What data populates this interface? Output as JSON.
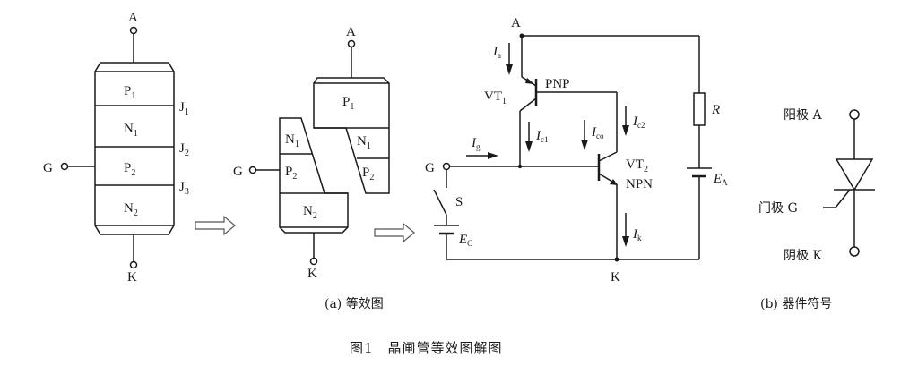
{
  "figure": {
    "title": "图1　晶闸管等效图解图",
    "caption_a": "(a) 等效图",
    "caption_b": "(b) 器件符号"
  },
  "structure": {
    "anode": "A",
    "cathode": "K",
    "gate": "G",
    "layers": [
      {
        "main": "P",
        "sub": "1"
      },
      {
        "main": "N",
        "sub": "1"
      },
      {
        "main": "P",
        "sub": "2"
      },
      {
        "main": "N",
        "sub": "2"
      }
    ],
    "junctions": [
      {
        "main": "J",
        "sub": "1"
      },
      {
        "main": "J",
        "sub": "2"
      },
      {
        "main": "J",
        "sub": "3"
      }
    ]
  },
  "equivalent": {
    "anode": "A",
    "cathode": "K",
    "gate": "G",
    "top_p1": {
      "main": "P",
      "sub": "1"
    },
    "top_n1": {
      "main": "N",
      "sub": "1"
    },
    "top_p2": {
      "main": "P",
      "sub": "2"
    },
    "bot_n1": {
      "main": "N",
      "sub": "1"
    },
    "bot_p2": {
      "main": "P",
      "sub": "2"
    },
    "bot_n2": {
      "main": "N",
      "sub": "2"
    }
  },
  "circuit": {
    "anode": "A",
    "cathode": "K",
    "gate": "G",
    "ia": {
      "main": "I",
      "sub": "a"
    },
    "ig": {
      "main": "I",
      "sub": "g"
    },
    "ic1": {
      "main": "I",
      "sub": "c1"
    },
    "ico": {
      "main": "I",
      "sub": "co"
    },
    "ic2": {
      "main": "I",
      "sub": "c2"
    },
    "ik": {
      "main": "I",
      "sub": "k"
    },
    "vt1": {
      "main": "VT",
      "sub": "1"
    },
    "vt2": {
      "main": "VT",
      "sub": "2"
    },
    "pnp": "PNP",
    "npn": "NPN",
    "resistor": "R",
    "ea": {
      "main": "E",
      "sub": "A"
    },
    "ec": {
      "main": "E",
      "sub": "C"
    },
    "switch": "S"
  },
  "symbol": {
    "anode_label": "阳极 A",
    "gate_label": "门极 G",
    "cathode_label": "阴极 K"
  }
}
